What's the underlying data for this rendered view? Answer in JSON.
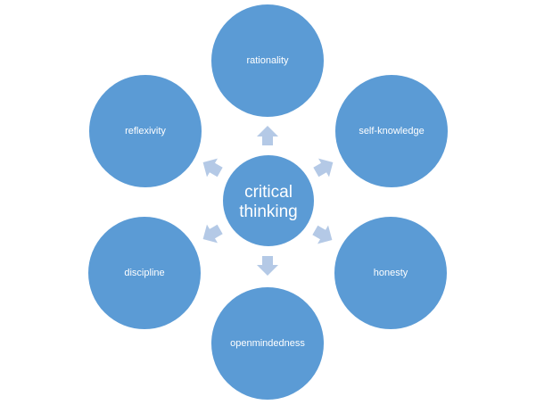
{
  "colors": {
    "node_fill": "#5b9bd5",
    "node_stroke": "#ffffff",
    "arrow_fill": "#b4c9e6",
    "label_color": "#ffffff"
  },
  "center": {
    "line1": "critical",
    "line2": "thinking"
  },
  "nodes": [
    {
      "id": "rationality",
      "label": "rationality"
    },
    {
      "id": "self-knowledge",
      "label": "self-knowledge"
    },
    {
      "id": "honesty",
      "label": "honesty"
    },
    {
      "id": "openmindedness",
      "label": "openmindedness"
    },
    {
      "id": "discipline",
      "label": "discipline"
    },
    {
      "id": "reflexivity",
      "label": "reflexivity"
    }
  ]
}
